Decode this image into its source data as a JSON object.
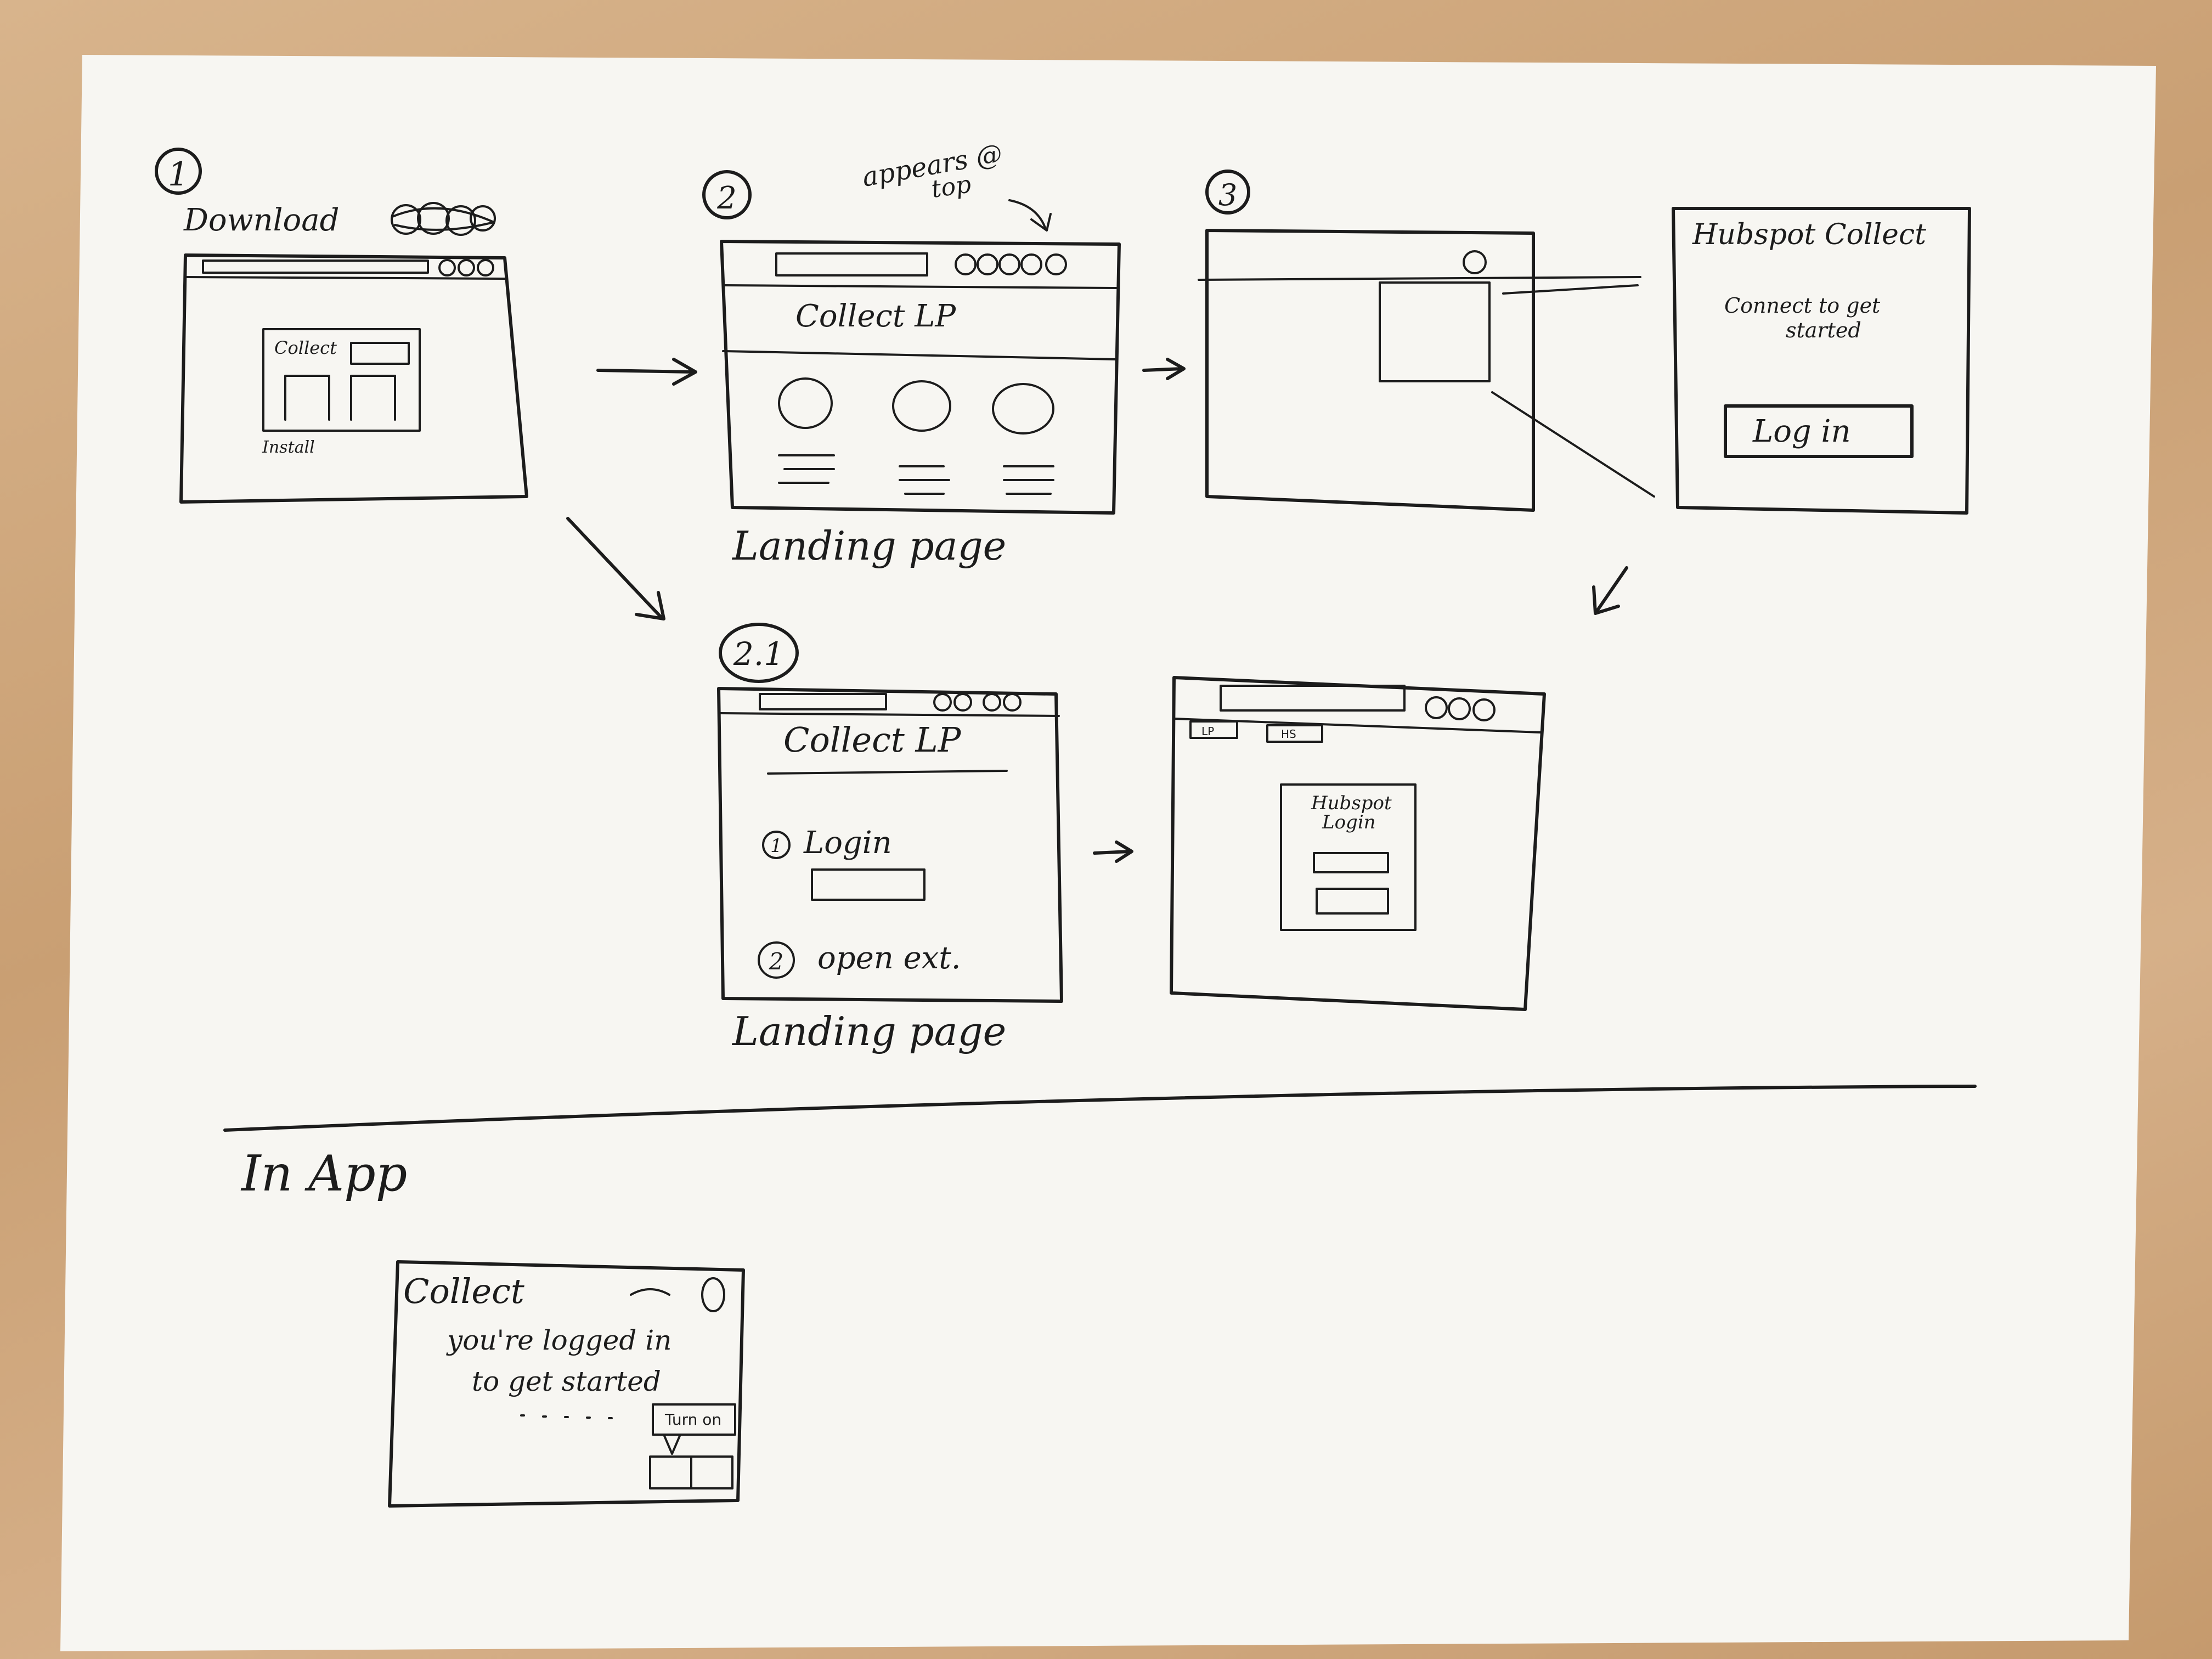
{
  "step_labels": {
    "step1": "1",
    "step2": "2",
    "step3": "3",
    "step21": "2.1"
  },
  "sketch1": {
    "title": "Download",
    "card_label": "Collect",
    "install_label": "Install"
  },
  "sketch2": {
    "note": [
      "appears @",
      "top"
    ],
    "header": "Collect LP",
    "caption": "Landing page"
  },
  "sketch3_popup": {
    "title": "Hubspot Collect",
    "message": [
      "Connect to get",
      "started"
    ],
    "login_button": "Log in"
  },
  "sketch21": {
    "header": "Collect LP",
    "step_login_num": "1",
    "step_login": "Login",
    "step_open_num": "2",
    "step_open": "open ext.",
    "caption": "Landing page"
  },
  "sketch_login": {
    "tab_lp": "LP",
    "tab_hs": "HS",
    "box_title": [
      "Hubspot",
      "Login"
    ]
  },
  "in_app": {
    "section_title": "In App",
    "widget_title": "Collect",
    "message": [
      "you're logged in",
      "to get started"
    ],
    "tooltip": "Turn on"
  },
  "colors": {
    "paper": "#f7f6f2",
    "ink": "#1c1c1c",
    "table": "#d2aa80"
  }
}
